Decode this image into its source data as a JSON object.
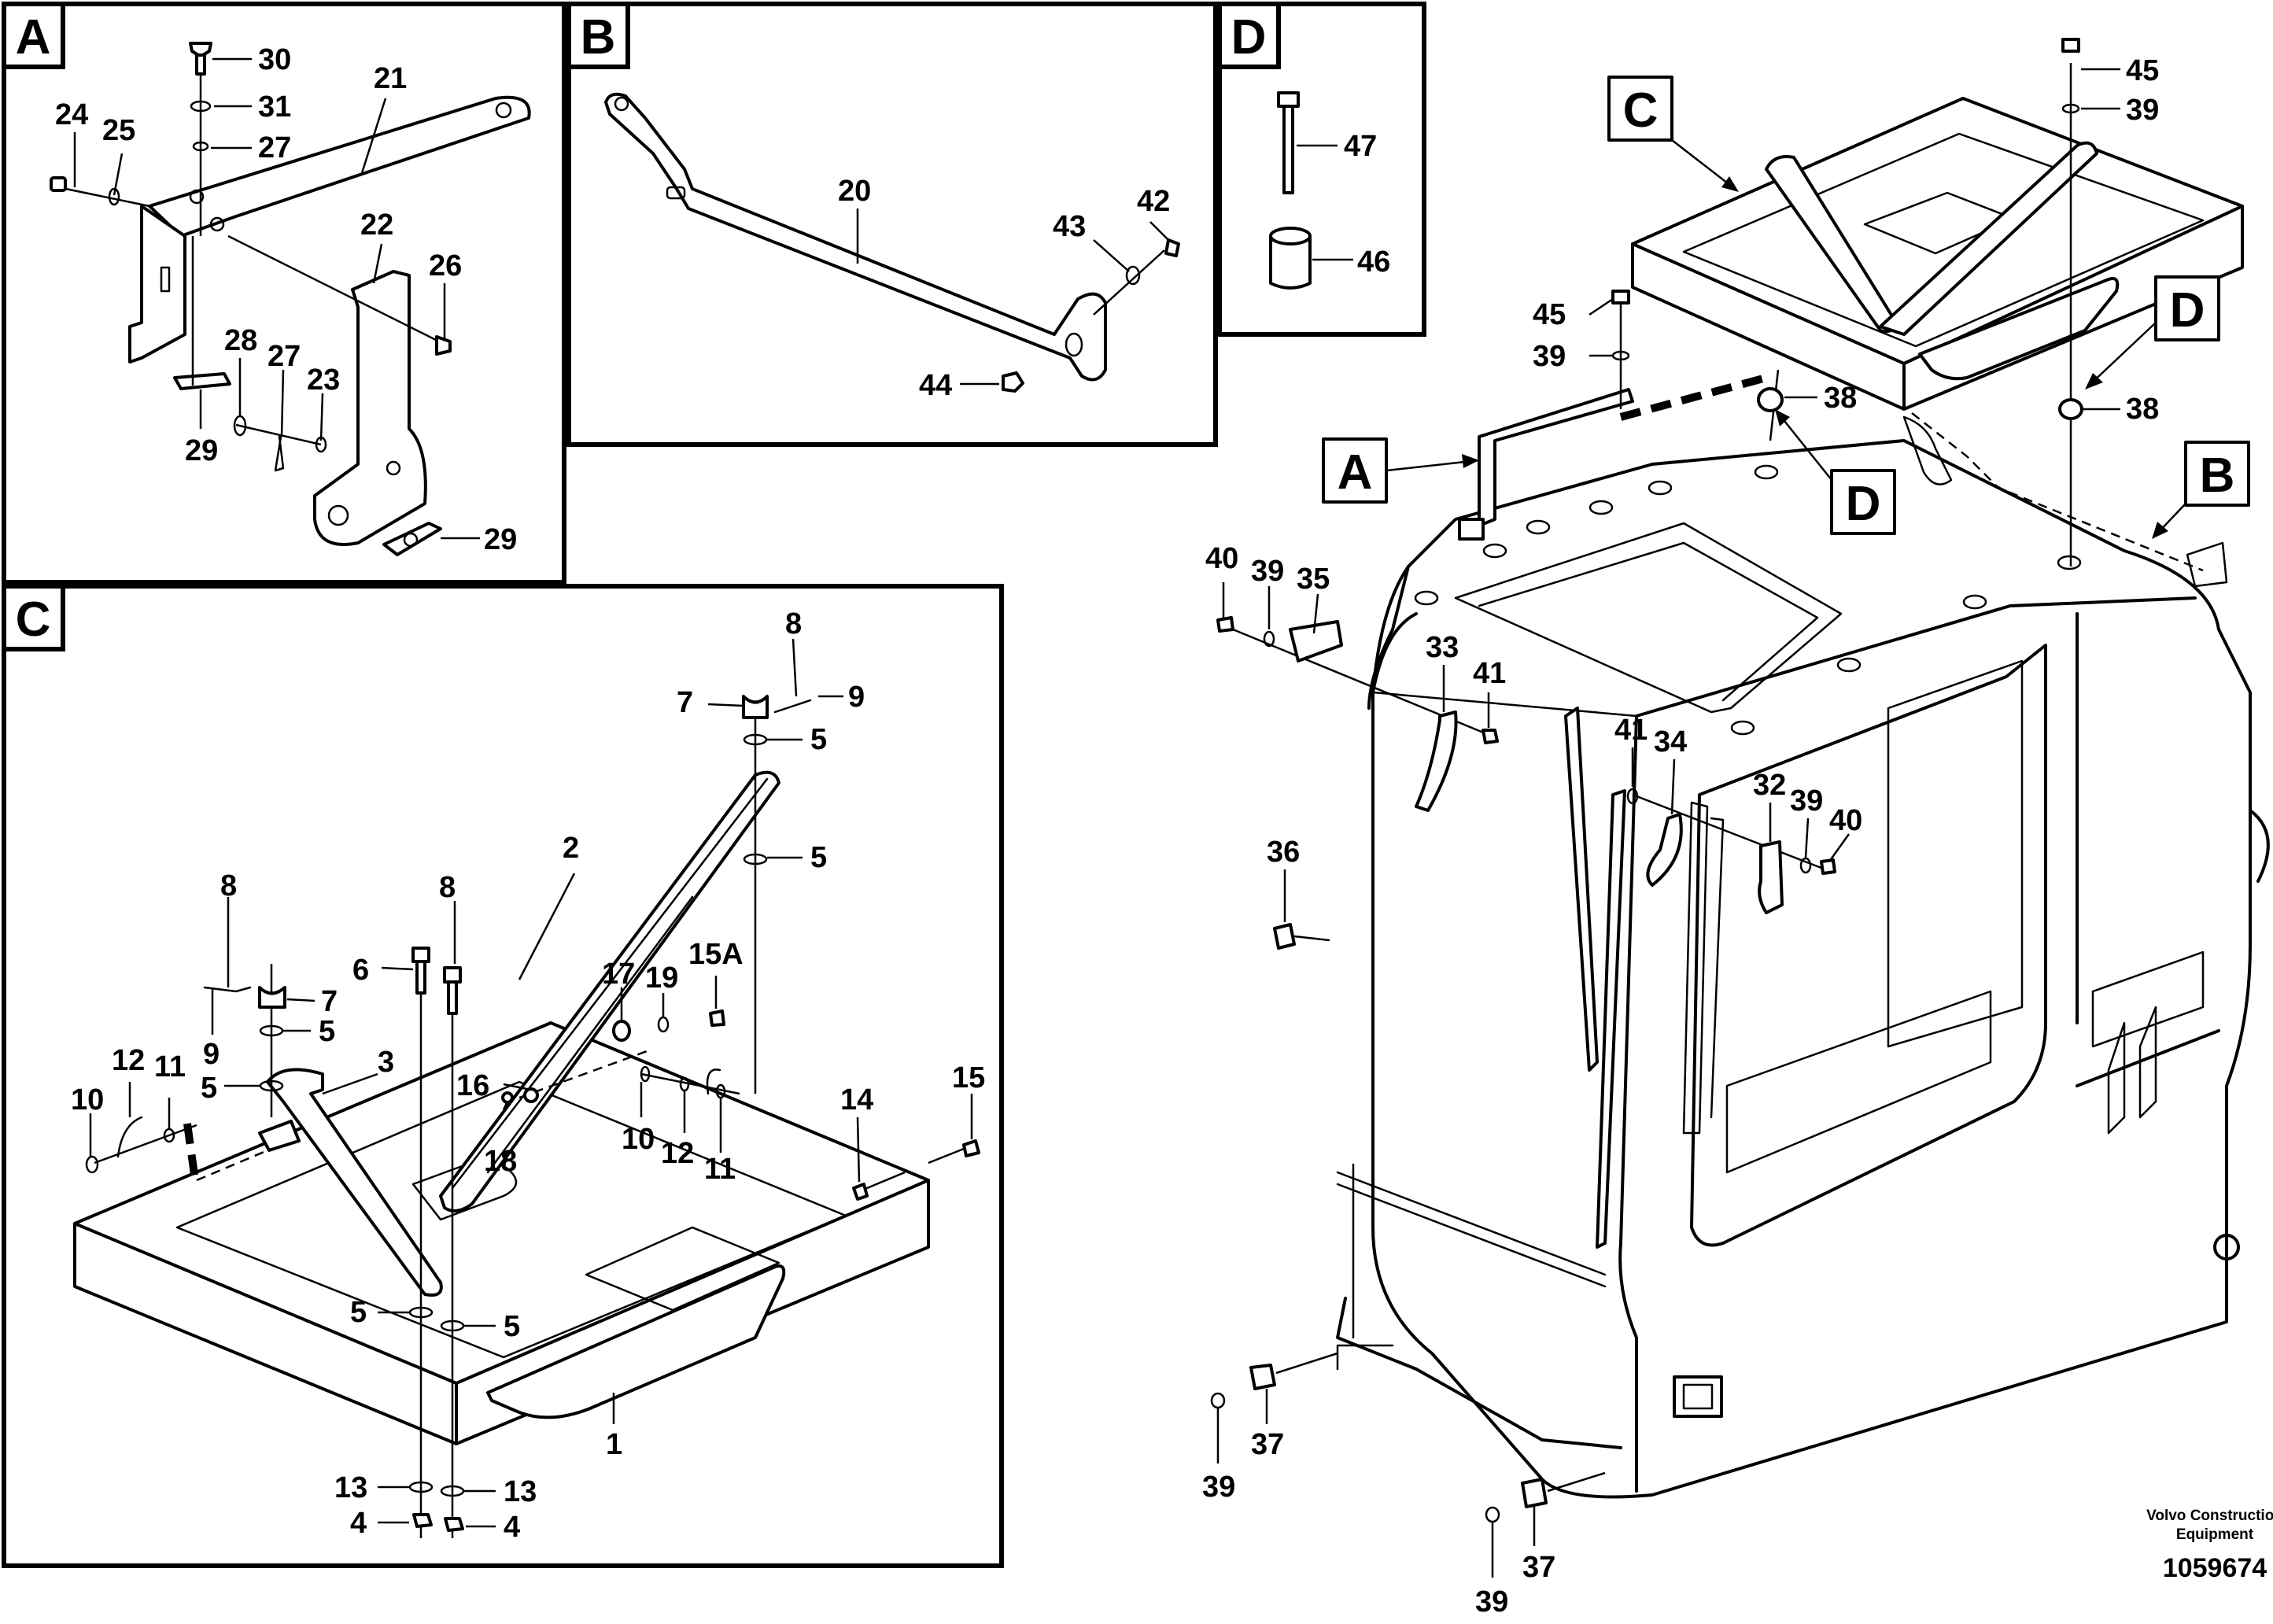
{
  "panels": {
    "A": {
      "letter": "A",
      "labels": {
        "l21": "21",
        "l22": "22",
        "l23": "23",
        "l24": "24",
        "l25": "25",
        "l26": "26",
        "l27a": "27",
        "l27b": "27",
        "l28": "28",
        "l29a": "29",
        "l29b": "29",
        "l30": "30",
        "l31": "31"
      }
    },
    "B": {
      "letter": "B",
      "labels": {
        "l20": "20",
        "l42": "42",
        "l43": "43",
        "l44": "44"
      }
    },
    "C": {
      "letter": "C",
      "labels": {
        "l1": "1",
        "l2": "2",
        "l3": "3",
        "l4a": "4",
        "l4b": "4",
        "l5a": "5",
        "l5b": "5",
        "l5c": "5",
        "l5d": "5",
        "l5e": "5",
        "l5f": "5",
        "l6": "6",
        "l7a": "7",
        "l7b": "7",
        "l8a": "8",
        "l8b": "8",
        "l8c": "8",
        "l9a": "9",
        "l9b": "9",
        "l10a": "10",
        "l10b": "10",
        "l11a": "11",
        "l11b": "11",
        "l12a": "12",
        "l12b": "12",
        "l13a": "13",
        "l13b": "13",
        "l14": "14",
        "l15": "15",
        "l15A": "15A",
        "l16": "16",
        "l17": "17",
        "l18": "18",
        "l19": "19"
      }
    },
    "D": {
      "letter": "D",
      "labels": {
        "l46": "46",
        "l47": "47"
      }
    }
  },
  "main": {
    "callouts": {
      "A": "A",
      "B": "B",
      "C": "C",
      "D1": "D",
      "D2": "D"
    },
    "labels": {
      "l32": "32",
      "l33": "33",
      "l34": "34",
      "l35": "35",
      "l36": "36",
      "l37a": "37",
      "l37b": "37",
      "l38a": "38",
      "l38b": "38",
      "l39a": "39",
      "l39b": "39",
      "l39c": "39",
      "l39d": "39",
      "l39e": "39",
      "l39f": "39",
      "l40a": "40",
      "l40b": "40",
      "l41a": "41",
      "l41b": "41",
      "l45a": "45",
      "l45b": "45"
    }
  },
  "footer": {
    "maker_line1": "Volvo Construction",
    "maker_line2": "Equipment",
    "drawing_number": "1059674"
  }
}
